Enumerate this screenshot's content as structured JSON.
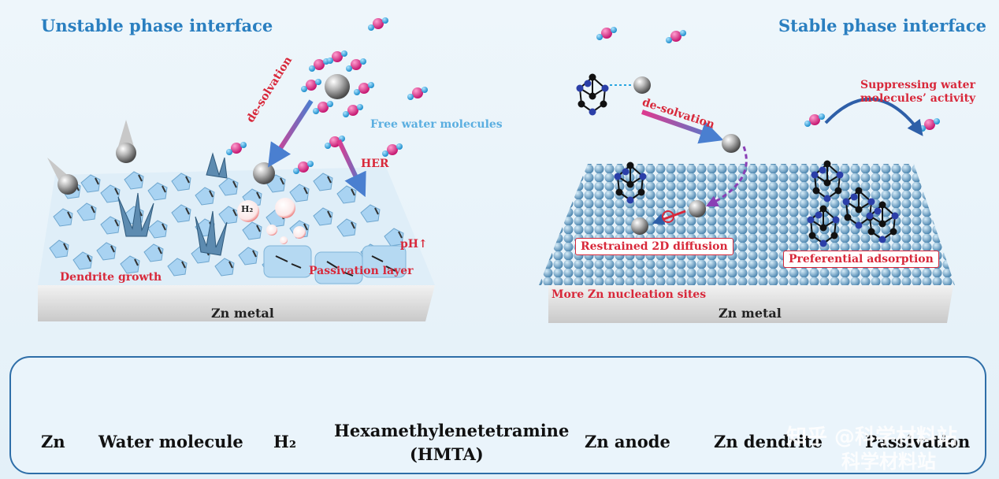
{
  "left_panel": {
    "title": "Unstable phase interface",
    "labels": {
      "desolvation": "de-solvation",
      "free_water": "Free water molecules",
      "her": "HER",
      "h2": "H₂",
      "ph": "pH↑",
      "dendrite": "Dendrite growth",
      "passivation": "Passivation layer",
      "metal": "Zn metal"
    }
  },
  "right_panel": {
    "title": "Stable phase interface",
    "labels": {
      "desolvation": "de-solvation",
      "suppress": "Suppressing water molecules’ activity",
      "restrained": "Restrained 2D diffusion",
      "preferential": "Preferential adsorption",
      "nucleation": "More Zn nucleation sites",
      "metal": "Zn metal"
    }
  },
  "legend": {
    "items": [
      {
        "label": "Zn"
      },
      {
        "label": "Water molecule"
      },
      {
        "label": "H₂"
      },
      {
        "label": "Hexamethylenetetramine"
      },
      {
        "label": "(HMTA)"
      },
      {
        "label": "Zn anode"
      },
      {
        "label": "Zn dendrite"
      },
      {
        "label": "Passivation"
      }
    ]
  },
  "watermark": {
    "line1": "知乎 @科学材料站",
    "line2": "科学材料站"
  },
  "colors": {
    "title": "#2a7fc0",
    "red_label": "#d8283a",
    "water_o": "#e0398e",
    "water_h": "#2aa6e0",
    "hmta_c": "#111111",
    "hmta_n": "#2b3fa8",
    "zn_ball": "#9a9a9a"
  }
}
